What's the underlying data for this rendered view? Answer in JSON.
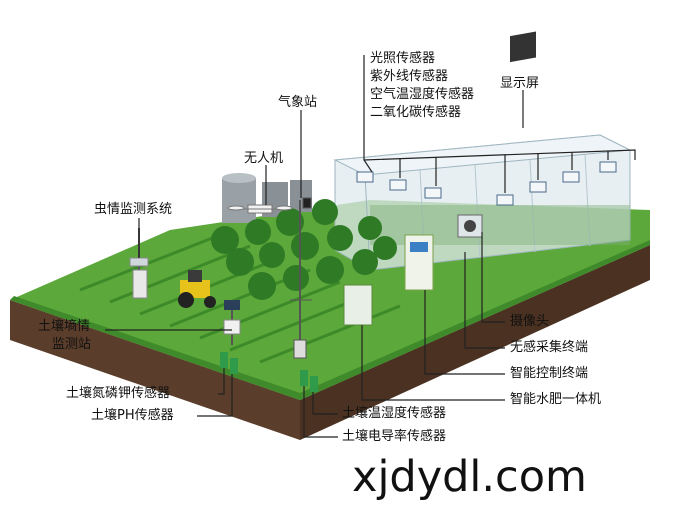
{
  "labels": {
    "greenhouse_sensors": [
      "光照传感器",
      "紫外线传感器",
      "空气温湿度传感器",
      "二氧化碳传感器"
    ],
    "display": "显示屏",
    "weather_station": "气象站",
    "drone": "无人机",
    "pest_monitor": "虫情监测系统",
    "soil_moisture_station": [
      "土壤墒情",
      "监测站"
    ],
    "soil_npk": "土壤氮磷钾传感器",
    "soil_ph": "土壤PH传感器",
    "soil_temp_humidity": "土壤温湿度传感器",
    "soil_conductivity": "土壤电导率传感器",
    "camera": "摄像头",
    "wireless_terminal": "无感采集终端",
    "smart_control": "智能控制终端",
    "fertigation": "智能水肥一体机"
  },
  "watermark": "xjdydl.com",
  "colors": {
    "grass": "#5da83a",
    "grass_dark": "#3f8a2a",
    "soil": "#6b4a33",
    "soil_dark": "#4a3121",
    "tree": "#2f7a25",
    "leader": "#222222"
  }
}
